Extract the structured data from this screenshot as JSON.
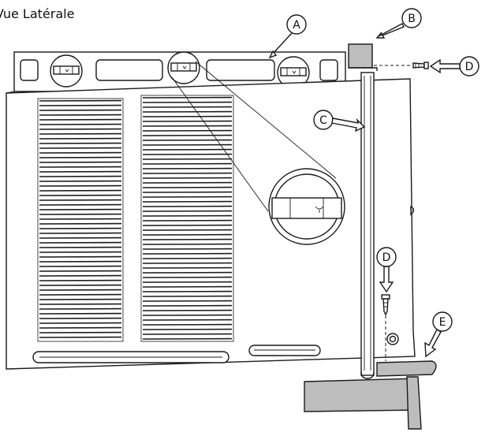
{
  "title": "Vue Latérale",
  "callouts": {
    "a": "A",
    "b": "B",
    "c": "C",
    "d_top": "D",
    "d_mid": "D",
    "e": "E"
  }
}
